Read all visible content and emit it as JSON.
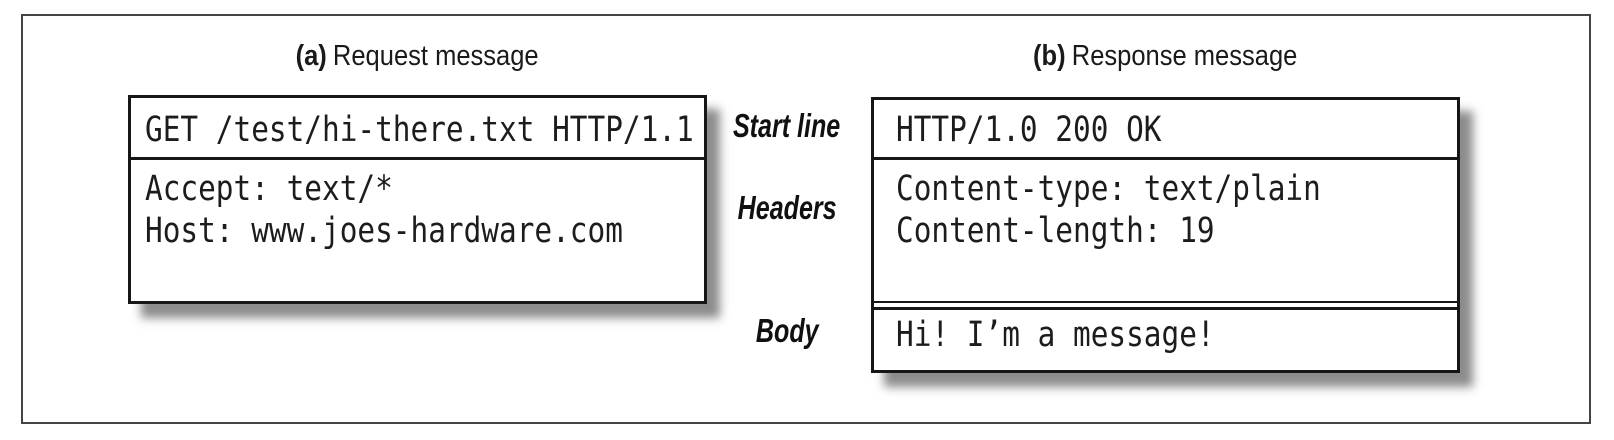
{
  "panels": {
    "request": {
      "label_prefix": "(a)",
      "label": "Request message",
      "start_line": "GET /test/hi-there.txt HTTP/1.1",
      "header_lines": [
        "Accept: text/*",
        "Host: www.joes-hardware.com"
      ]
    },
    "response": {
      "label_prefix": "(b)",
      "label": "Response message",
      "start_line": "HTTP/1.0 200 OK",
      "header_lines": [
        "Content-type: text/plain",
        "Content-length: 19"
      ],
      "body_line": "Hi! I’m a message!"
    }
  },
  "row_labels": {
    "start_line": "Start line",
    "headers": "Headers",
    "body": "Body"
  },
  "colors": {
    "background": "#ffffff",
    "ink": "#1a1a1a",
    "box_border": "#161616",
    "frame_border": "#444444",
    "shadow": "#8f8f8f"
  }
}
